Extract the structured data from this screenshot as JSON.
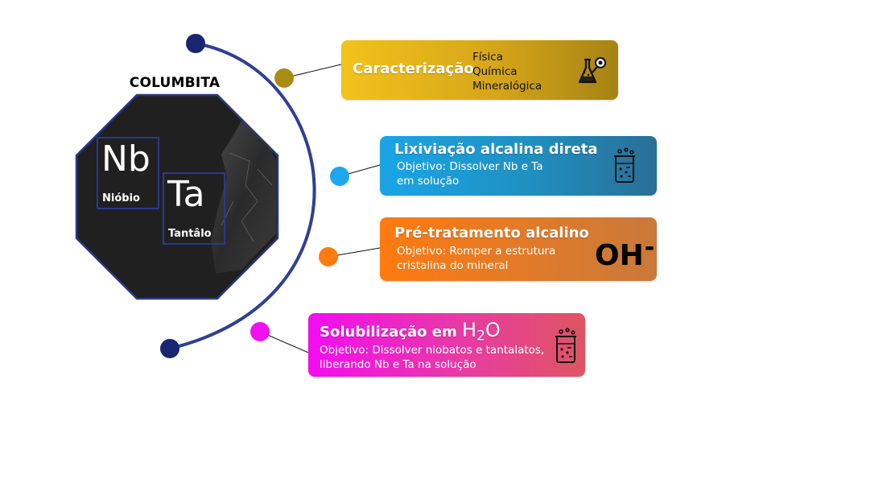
{
  "mineral": {
    "name": "COLUMBITA",
    "elements": [
      {
        "symbol": "Nb",
        "name": "Nióbio"
      },
      {
        "symbol": "Ta",
        "name": "Tantâlo"
      }
    ]
  },
  "steps": [
    {
      "title": "Caracterização",
      "list": [
        "Física",
        "Química",
        "Mineralógica"
      ],
      "icon": "flask-magnifier-icon",
      "node_color": "#a98c12"
    },
    {
      "title": "Lixiviação alcalina direta",
      "body": [
        "Objetivo: Dissolver Nb e Ta",
        "em solução"
      ],
      "icon": "beaker-icon",
      "node_color": "#1ea7f0"
    },
    {
      "title": "Pré-tratamento alcalino",
      "body": [
        "Objetivo: Romper a estrutura",
        "cristalina do mineral"
      ],
      "formula": {
        "main": "OH",
        "sup": "-"
      },
      "node_color": "#ff7b10"
    },
    {
      "title_prefix": "Solubilização em ",
      "title_formula": {
        "main": "H",
        "sub": "2",
        "tail": "O"
      },
      "body": [
        "Objetivo: Dissolver niobatos e tantalatos,",
        "liberando Nb e Ta na solução"
      ],
      "icon": "beaker-icon",
      "node_color": "#f20ff0"
    }
  ],
  "colors": {
    "arc": "#2e3f93",
    "end_node": "#172572",
    "octagon_fill": "#202020",
    "octagon_border": "#2a3a8a"
  }
}
